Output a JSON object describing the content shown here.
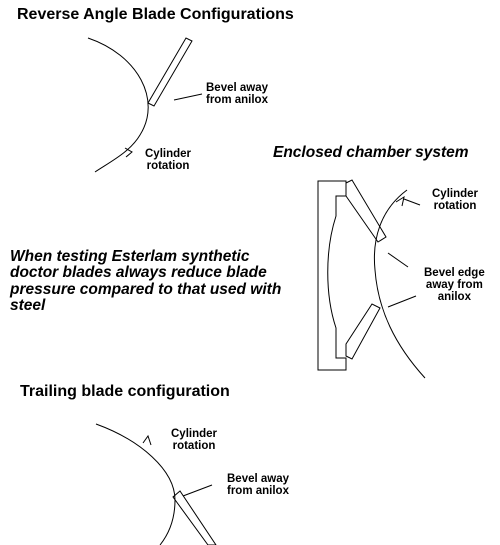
{
  "reverse": {
    "title": "Reverse Angle Blade Configurations",
    "bevel_label_1": "Bevel away",
    "bevel_label_2": "from anilox",
    "rotation_label_1": "Cylinder",
    "rotation_label_2": "rotation"
  },
  "enclosed": {
    "title": "Enclosed chamber system",
    "rotation_label_1": "Cylinder",
    "rotation_label_2": "rotation",
    "bevel_label_1": "Bevel edge",
    "bevel_label_2": "away from",
    "bevel_label_3": "anilox"
  },
  "note": {
    "line1": "When testing Esterlam synthetic",
    "line2": "doctor blades always reduce blade",
    "line3": "pressure compared to that used with",
    "line4": "steel"
  },
  "trailing": {
    "title": "Trailing blade configuration",
    "rotation_label_1": "Cylinder",
    "rotation_label_2": "rotation",
    "bevel_label_1": "Bevel away",
    "bevel_label_2": "from anilox"
  }
}
